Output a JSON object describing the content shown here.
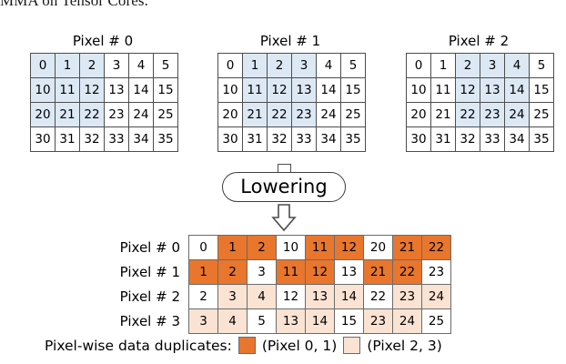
{
  "caption": {
    "text": "MMA on Tensor Cores."
  },
  "input_matrices": [
    {
      "title": "Pixel # 0",
      "rows": [
        [
          "0",
          "1",
          "2",
          "3",
          "4",
          "5"
        ],
        [
          "10",
          "11",
          "12",
          "13",
          "14",
          "15"
        ],
        [
          "20",
          "21",
          "22",
          "23",
          "24",
          "25"
        ],
        [
          "30",
          "31",
          "32",
          "33",
          "34",
          "35"
        ]
      ],
      "highlight_cols": [
        0,
        1,
        2
      ],
      "highlight_rows": [
        0,
        1,
        2
      ]
    },
    {
      "title": "Pixel # 1",
      "rows": [
        [
          "0",
          "1",
          "2",
          "3",
          "4",
          "5"
        ],
        [
          "10",
          "11",
          "12",
          "13",
          "14",
          "15"
        ],
        [
          "20",
          "21",
          "22",
          "23",
          "24",
          "25"
        ],
        [
          "30",
          "31",
          "32",
          "33",
          "34",
          "35"
        ]
      ],
      "highlight_cols": [
        1,
        2,
        3
      ],
      "highlight_rows": [
        0,
        1,
        2
      ]
    },
    {
      "title": "Pixel # 2",
      "rows": [
        [
          "0",
          "1",
          "2",
          "3",
          "4",
          "5"
        ],
        [
          "10",
          "11",
          "12",
          "13",
          "14",
          "15"
        ],
        [
          "20",
          "21",
          "22",
          "23",
          "24",
          "25"
        ],
        [
          "30",
          "31",
          "32",
          "33",
          "34",
          "35"
        ]
      ],
      "highlight_cols": [
        2,
        3,
        4
      ],
      "highlight_rows": [
        0,
        1,
        2
      ]
    }
  ],
  "transform": {
    "label": "Lowering",
    "arrow_icon": "down-arrow-icon"
  },
  "lowered_matrix": {
    "rows": [
      {
        "label": "Pixel # 0",
        "cells": [
          {
            "v": "0",
            "fill": "none"
          },
          {
            "v": "1",
            "fill": "dup01"
          },
          {
            "v": "2",
            "fill": "dup01"
          },
          {
            "v": "10",
            "fill": "none"
          },
          {
            "v": "11",
            "fill": "dup01"
          },
          {
            "v": "12",
            "fill": "dup01"
          },
          {
            "v": "20",
            "fill": "none"
          },
          {
            "v": "21",
            "fill": "dup01"
          },
          {
            "v": "22",
            "fill": "dup01"
          }
        ]
      },
      {
        "label": "Pixel # 1",
        "cells": [
          {
            "v": "1",
            "fill": "dup01"
          },
          {
            "v": "2",
            "fill": "dup01"
          },
          {
            "v": "3",
            "fill": "none"
          },
          {
            "v": "11",
            "fill": "dup01"
          },
          {
            "v": "12",
            "fill": "dup01"
          },
          {
            "v": "13",
            "fill": "none"
          },
          {
            "v": "21",
            "fill": "dup01"
          },
          {
            "v": "22",
            "fill": "dup01"
          },
          {
            "v": "23",
            "fill": "none"
          }
        ]
      },
      {
        "label": "Pixel # 2",
        "cells": [
          {
            "v": "2",
            "fill": "none"
          },
          {
            "v": "3",
            "fill": "dup23"
          },
          {
            "v": "4",
            "fill": "dup23"
          },
          {
            "v": "12",
            "fill": "none"
          },
          {
            "v": "13",
            "fill": "dup23"
          },
          {
            "v": "14",
            "fill": "dup23"
          },
          {
            "v": "22",
            "fill": "none"
          },
          {
            "v": "23",
            "fill": "dup23"
          },
          {
            "v": "24",
            "fill": "dup23"
          }
        ]
      },
      {
        "label": "Pixel # 3",
        "cells": [
          {
            "v": "3",
            "fill": "dup23"
          },
          {
            "v": "4",
            "fill": "dup23"
          },
          {
            "v": "5",
            "fill": "none"
          },
          {
            "v": "13",
            "fill": "dup23"
          },
          {
            "v": "14",
            "fill": "dup23"
          },
          {
            "v": "15",
            "fill": "none"
          },
          {
            "v": "23",
            "fill": "dup23"
          },
          {
            "v": "24",
            "fill": "dup23"
          },
          {
            "v": "25",
            "fill": "none"
          }
        ]
      }
    ]
  },
  "legend": {
    "title": "Pixel-wise data duplicates:",
    "entries": [
      {
        "swatch": "dup01",
        "label": "(Pixel 0, 1)"
      },
      {
        "swatch": "dup23",
        "label": "(Pixel 2, 3)"
      }
    ]
  },
  "colors": {
    "highlight_blue": "#dce9f5",
    "dup01_orange": "#e8762c",
    "dup23_peach": "#fbe3d3",
    "grid_line": "#4d4d4d",
    "text": "#000000",
    "background": "#ffffff"
  }
}
